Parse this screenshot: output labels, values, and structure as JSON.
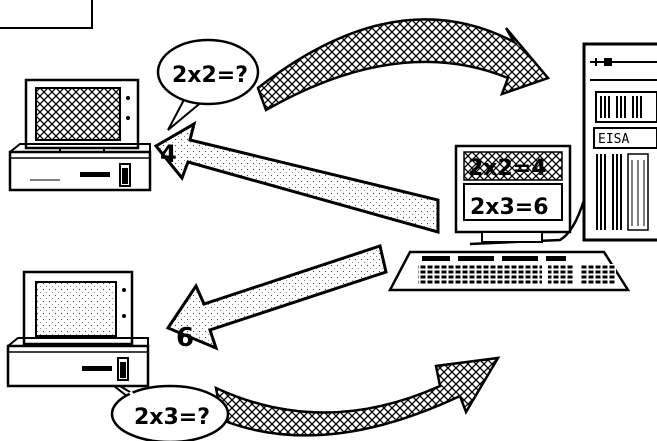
{
  "bubbles": {
    "client_a_query": "2x2=?",
    "client_b_query": "2x3=?"
  },
  "answers": {
    "to_client_a": "4",
    "to_client_b": "6"
  },
  "server": {
    "screen_line_1": "2x2=4",
    "screen_line_2": "2x3=6",
    "badge": "EISA"
  },
  "colors": {
    "ink": "#000000",
    "paper": "#ffffff"
  },
  "icons": [
    "client-computer-icon",
    "server-tower-icon",
    "keyboard-icon",
    "request-arrow-icon",
    "response-arrow-icon"
  ]
}
